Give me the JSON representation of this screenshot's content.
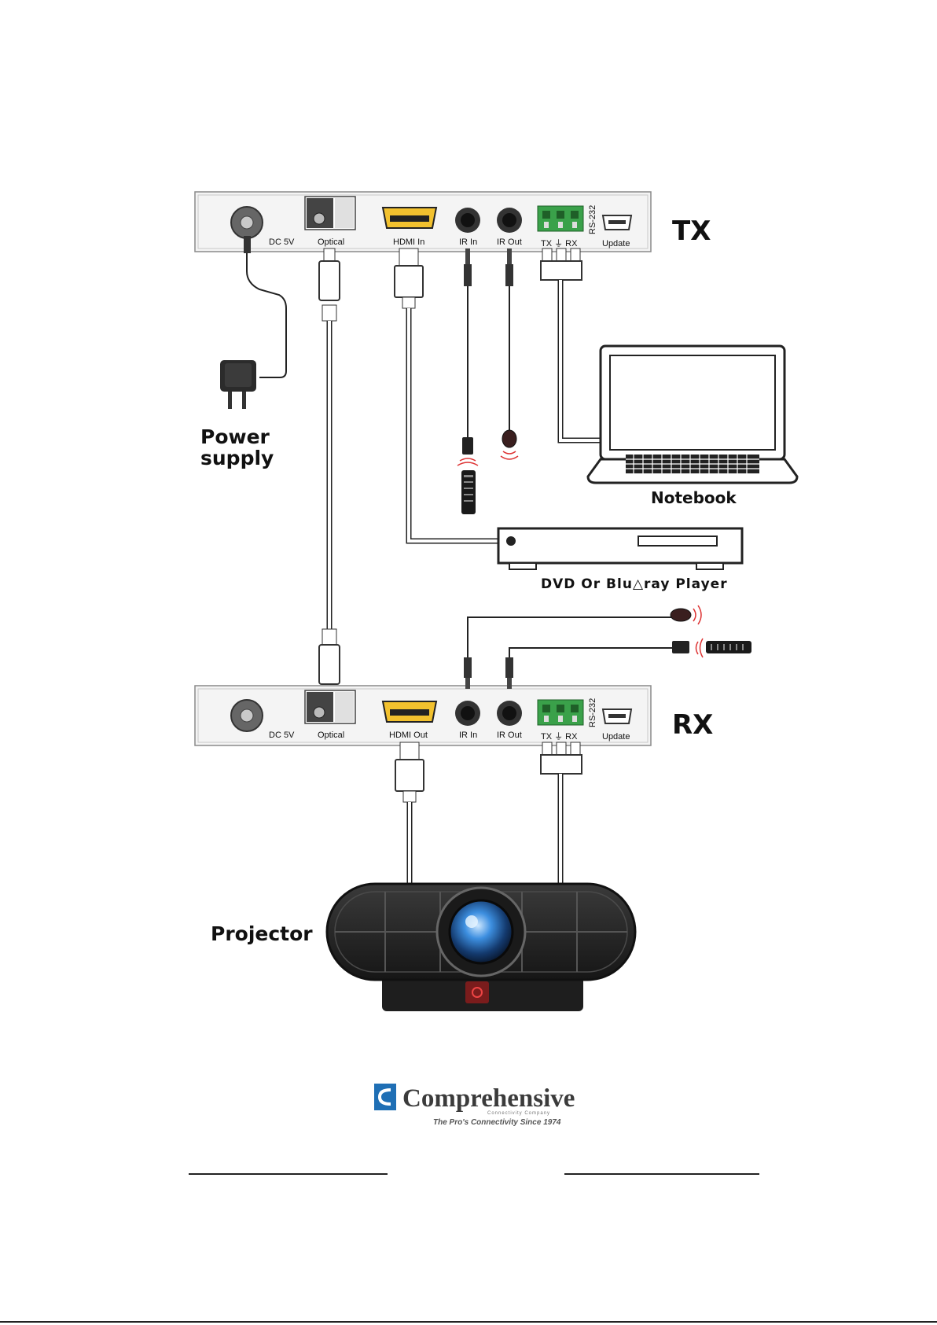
{
  "units": {
    "tx": {
      "label": "TX",
      "ports": {
        "dc": "DC 5V",
        "optical": "Optical",
        "hdmi": "HDMI In",
        "ir_in": "IR In",
        "ir_out": "IR Out",
        "serial": "TX ⏚ RX",
        "rs232": "RS-232",
        "update": "Update"
      }
    },
    "rx": {
      "label": "RX",
      "ports": {
        "dc": "DC 5V",
        "optical": "Optical",
        "hdmi": "HDMI Out",
        "ir_in": "IR In",
        "ir_out": "IR Out",
        "serial": "TX ⏚ RX",
        "rs232": "RS-232",
        "update": "Update"
      }
    }
  },
  "devices": {
    "power_supply_line1": "Power",
    "power_supply_line2": "supply",
    "notebook": "Notebook",
    "dvd": "DVD  Or  Blu△ray  Player",
    "projector": "Projector"
  },
  "logo": {
    "name": "Comprehensive",
    "sub": "Connectivity Company",
    "tagline": "The Pro's Connectivity Since 1974"
  },
  "colors": {
    "hdmi_gold": "#f2c12e",
    "terminal_green": "#3aa14a",
    "logo_blue": "#1f6fb5",
    "lens_blue": "#2a7fd4"
  }
}
